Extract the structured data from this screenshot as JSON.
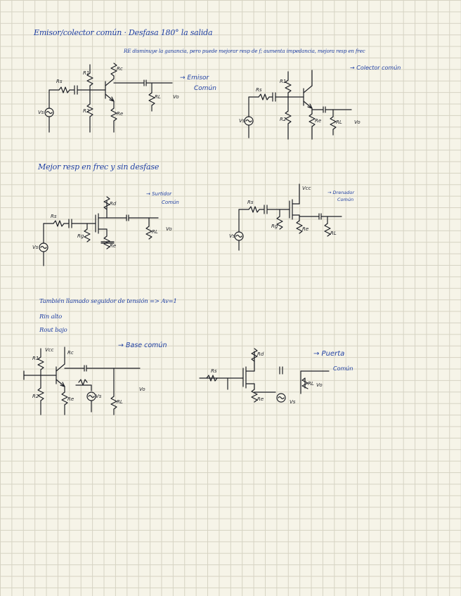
{
  "notes": {
    "emisor_title": "Emisor/colector común · Desfasa 180° la salida",
    "re_note": "RE disminuye la ganancia, pero puede mejorar resp de f; aumenta impedancia, mejora resp en frec",
    "mejor_resp": "Mejor resp en frec y sin desfase",
    "tambien": "También llamado seguidor de tensión => Av=1",
    "rin_alto": "Rin alto",
    "rout_bajo": "Rout bajo"
  },
  "circuit_labels": {
    "emisor_comun": [
      "→ Emisor",
      "Común"
    ],
    "colector_comun": "→ Colector común",
    "surtidor_comun": [
      "→ Surtidor",
      "Común"
    ],
    "drenador_comun": [
      "→ Drenador",
      "Común"
    ],
    "base_comun": "→ Base común",
    "puerta_comun": [
      "→ Puerta",
      "Común"
    ]
  },
  "symbols": {
    "vo": "Vo",
    "vs": "Vs",
    "rs": "Rs",
    "rc": "Rc",
    "re": "Re",
    "rl": "RL",
    "r1": "R1",
    "r2": "R2",
    "rd": "Rd",
    "rg": "Rg",
    "vcc": "Vcc"
  }
}
